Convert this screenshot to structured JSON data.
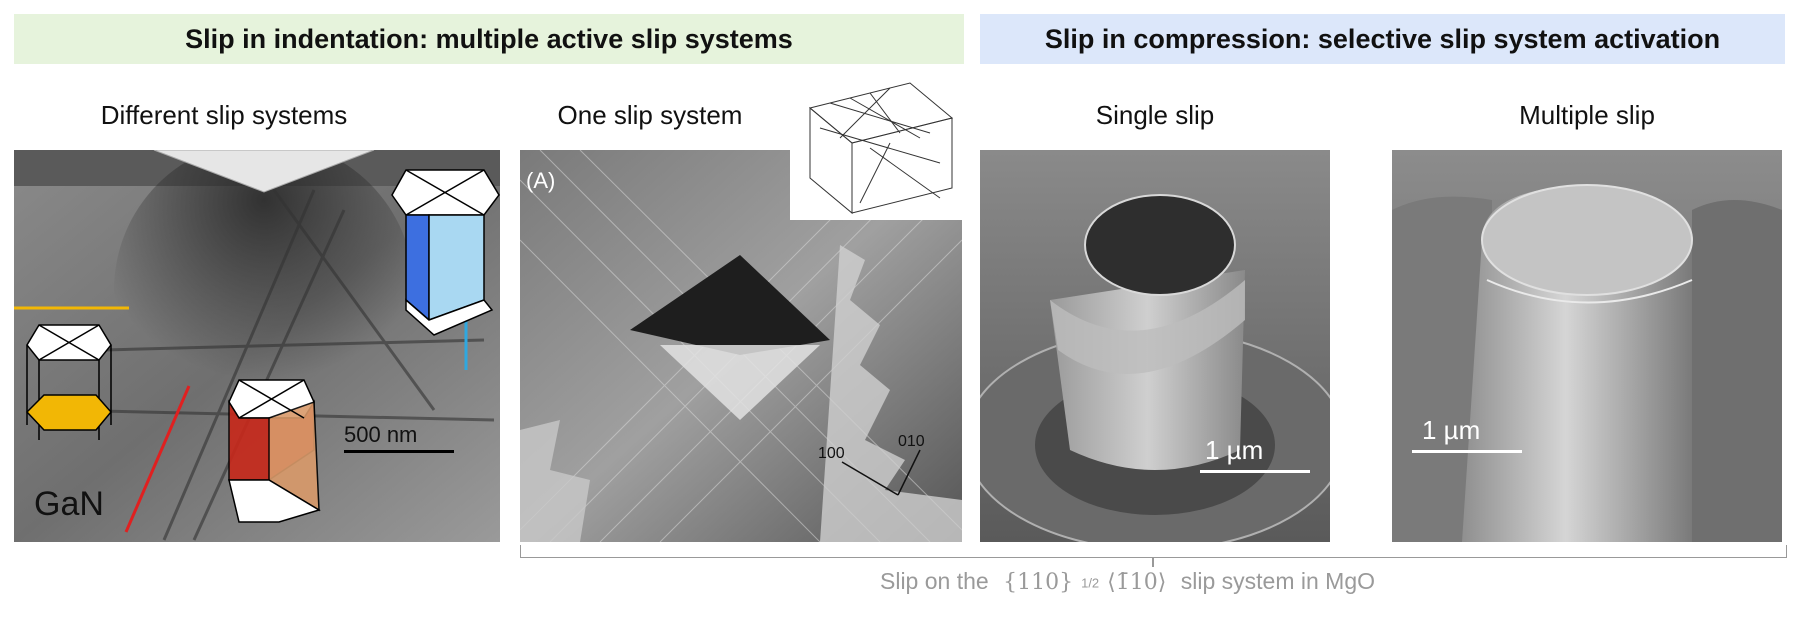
{
  "banners": {
    "indentation": "Slip in indentation: multiple active slip systems",
    "compression": "Slip in compression: selective slip system activation"
  },
  "captions": {
    "different": "Different slip systems",
    "one": "One slip system",
    "single": "Single slip",
    "multiple": "Multiple slip"
  },
  "panels": {
    "tem": {
      "material": "GaN",
      "scale": "500 nm"
    },
    "mgo": {
      "label": "(A)",
      "dir_100": "100",
      "dir_010": "010"
    },
    "single": {
      "scale": "1 µm"
    },
    "multi": {
      "scale": "1 µm"
    }
  },
  "footer": {
    "prefix": "Slip on the",
    "plane": "{110}",
    "half": "1/2",
    "direction": "⟨1̄10⟩",
    "suffix": "slip system in MgO"
  },
  "colors": {
    "indent_banner": "#e6f3dc",
    "compress_banner": "#dce7fa",
    "slip_blue": "#3d6fe0",
    "slip_yellow": "#f2b705",
    "slip_red": "#c8281a",
    "trace_red": "#e02020",
    "trace_blue": "#2fa8e0",
    "trace_yellow": "#f2b705"
  }
}
